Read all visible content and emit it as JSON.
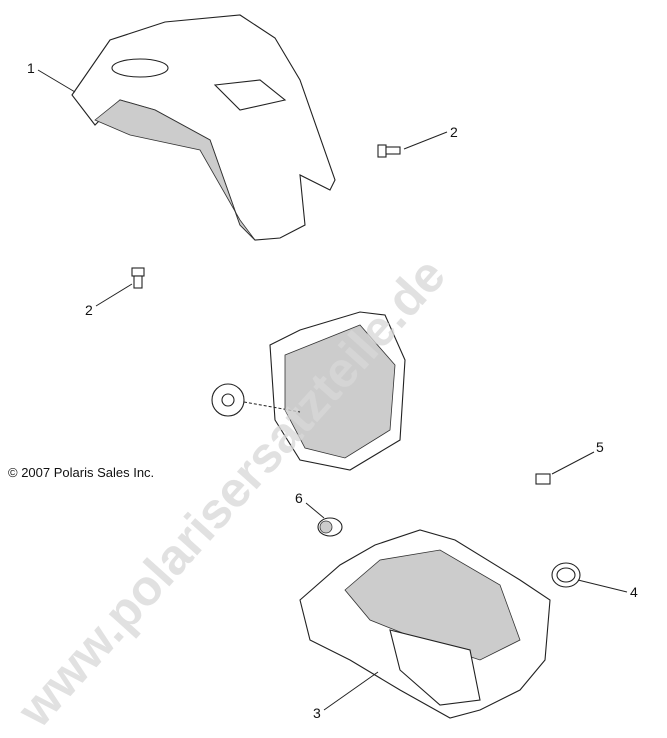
{
  "copyright": "© 2007 Polaris Sales Inc.",
  "watermark": "www.polarisersatzteile.de",
  "callouts": [
    "1",
    "2",
    "2",
    "3",
    "4",
    "5",
    "6"
  ],
  "parts": [
    "upper-cowl",
    "screw",
    "screw",
    "lower-cowl",
    "seal-ring",
    "clip",
    "grommet",
    "headlight-assembly"
  ]
}
